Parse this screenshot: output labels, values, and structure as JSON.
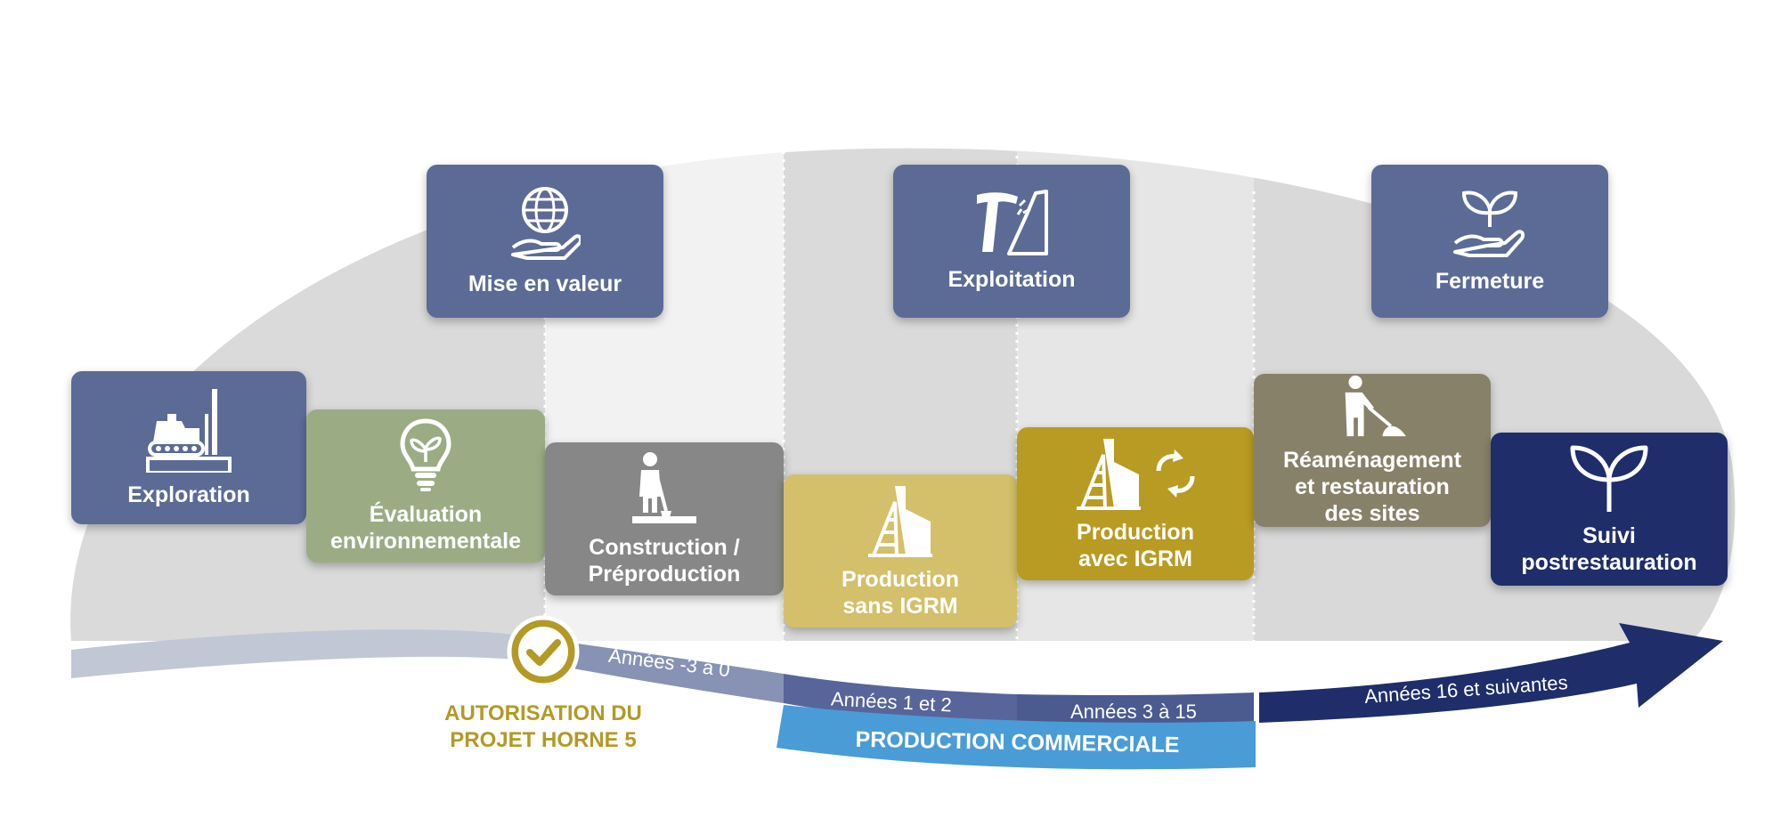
{
  "phases": {
    "mise_en_valeur": "Mise en valeur",
    "exploitation": "Exploitation",
    "fermeture": "Fermeture"
  },
  "steps": {
    "exploration": "Exploration",
    "evaluation": "Évaluation\nenvironnementale",
    "construction": "Construction /\nPréproduction",
    "production_sans": "Production\nsans IGRM",
    "production_avec": "Production\navec IGRM",
    "reamenagement": "Réaménagement\net restauration\ndes sites",
    "suivi": "Suivi\npostrestauration"
  },
  "timeline": {
    "years_minus3_0": "Années -3 à 0",
    "years_1_2": "Années 1 et 2",
    "years_3_15": "Années 3 à 15",
    "years_16": "Années 16 et suivantes",
    "production_commerciale": "PRODUCTION COMMERCIALE",
    "authorisation": "AUTORISATION DU\nPROJET HORNE 5"
  },
  "colors": {
    "phase_blue": "#5c6b96",
    "exploration": "#5c6b96",
    "evaluation": "#9bac85",
    "construction": "#878787",
    "production_sans": "#d4c06a",
    "production_avec": "#b89b22",
    "reamenagement": "#888169",
    "suivi": "#1f2d6b",
    "gold": "#b39a25",
    "commercial_blue": "#4a9cd6",
    "navy": "#1f2d6b"
  },
  "icons": {
    "mise_en_valeur": "globe-hand-icon",
    "exploitation": "pickaxe-rock-icon",
    "fermeture": "plant-hand-icon",
    "exploration": "drill-rig-icon",
    "evaluation": "lightbulb-leaf-icon",
    "construction": "worker-shovel-icon",
    "production_sans": "headframe-icon",
    "production_avec": "headframe-recycle-icon",
    "reamenagement": "worker-shoveling-icon",
    "suivi": "sprout-icon",
    "authorisation": "checkmark-icon"
  }
}
